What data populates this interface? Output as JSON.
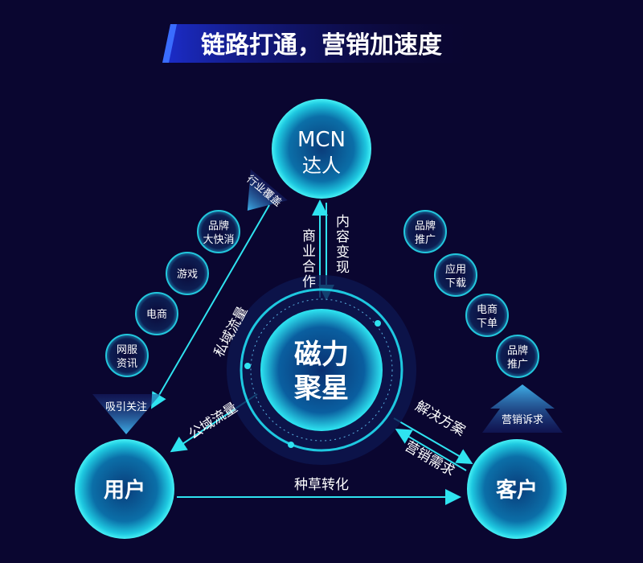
{
  "title": "链路打通，营销加速度",
  "center": {
    "line1": "磁力",
    "line2": "聚星"
  },
  "nodes": {
    "mcn": {
      "line1": "MCN",
      "line2": "达人"
    },
    "user": "用户",
    "client": "客户"
  },
  "left_industries": [
    {
      "line1": "品牌",
      "line2": "大快消"
    },
    {
      "line1": "游戏",
      "line2": ""
    },
    {
      "line1": "电商",
      "line2": ""
    },
    {
      "line1": "网服",
      "line2": "资讯"
    }
  ],
  "right_needs": [
    {
      "line1": "品牌",
      "line2": "推广"
    },
    {
      "line1": "应用",
      "line2": "下载"
    },
    {
      "line1": "电商",
      "line2": "下单"
    },
    {
      "line1": "品牌",
      "line2": "推广"
    }
  ],
  "labels": {
    "industry_cover": "行业覆盖",
    "attract": "吸引关注",
    "marketing_appeal": "营销诉求",
    "private_traffic": "私域流量",
    "public_traffic": "公域流量",
    "business_coop": "商业合作",
    "content_monetize": "内容变现",
    "solution": "解决方案",
    "marketing_demand": "营销需求",
    "conversion": "种草转化"
  },
  "colors": {
    "background": "#0a0630",
    "accent": "#2fe3f0",
    "node": "#0fa7c8"
  }
}
